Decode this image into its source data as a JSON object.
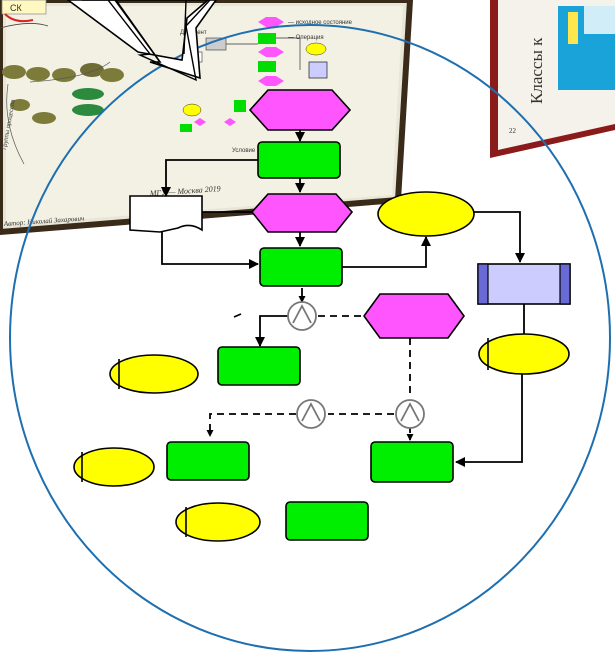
{
  "slide_left": {
    "label_ck": "СК",
    "legend_start": "— исходное состояние",
    "legend_operation": "— Операция",
    "legend_document": "Документ",
    "legend_condition": "Условие",
    "footer": "Автор: Николай Захарович",
    "footer_2": "МГУ — Москва 2019",
    "label_side": "Группы процессов"
  },
  "slide_right": {
    "title": "Классы к"
  },
  "colors": {
    "event": "#ff55ff",
    "function": "#00ee00",
    "process": "#ffff00",
    "info": "#ccccff",
    "circle": "#1e6fb0",
    "frame": "#8b1a1a"
  },
  "icons": [
    "xor-connector-icon",
    "and-connector-icon"
  ]
}
